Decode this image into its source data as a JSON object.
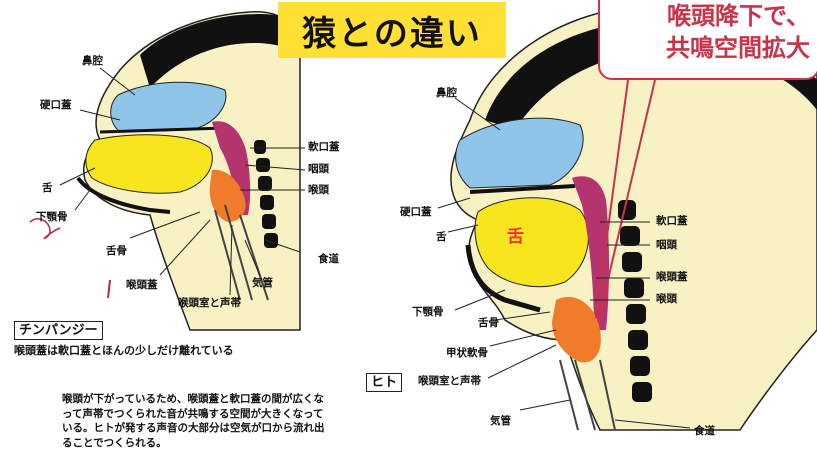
{
  "title": "猿との違い",
  "callout": {
    "line1": "喉頭降下で、",
    "line2": "共鳴空間拡大",
    "color": "#c8334a"
  },
  "chimp": {
    "box_label": "チンパンジー",
    "caption": "喉頭蓋は軟口蓋とほんの少しだけ離れている",
    "labels": {
      "nasal_cavity": "鼻腔",
      "hard_palate": "硬口蓋",
      "soft_palate": "軟口蓋",
      "pharynx": "咽頭",
      "larynx": "喉頭",
      "tongue": "舌",
      "mandible": "下顎骨",
      "hyoid": "舌骨",
      "epiglottis": "喉頭蓋",
      "trachea": "気管",
      "esophagus": "食道",
      "ventricle_vocal_cords": "喉頭室と声帯"
    }
  },
  "human": {
    "box_label": "ヒト",
    "description": [
      "喉頭が下がっているため、喉頭蓋と軟口蓋の間が広くな",
      "って声帯でつくられた音が共鳴する空間が大きくなって",
      "いる。ヒトが発する声音の大部分は空気が口から流れ出",
      "ることでつくられる。"
    ],
    "labels": {
      "nasal_cavity": "鼻腔",
      "hard_palate": "硬口蓋",
      "tongue_mark": "舌",
      "tongue": "舌",
      "soft_palate": "軟口蓋",
      "pharynx": "咽頭",
      "epiglottis": "喉頭蓋",
      "larynx": "喉頭",
      "mandible": "下顎骨",
      "hyoid": "舌骨",
      "thyroid_cartilage": "甲状軟骨",
      "ventricle_vocal_cords": "喉頭室と声帯",
      "trachea": "気管",
      "esophagus": "食道"
    }
  },
  "colors": {
    "title_bg": "#ffe033",
    "nasal": "#8ec5e8",
    "tongue": "#f7e51d",
    "soft_palate": "#b5336e",
    "larynx": "#f07b2a",
    "skin": "#f7f1c4",
    "bone": "#111111"
  }
}
